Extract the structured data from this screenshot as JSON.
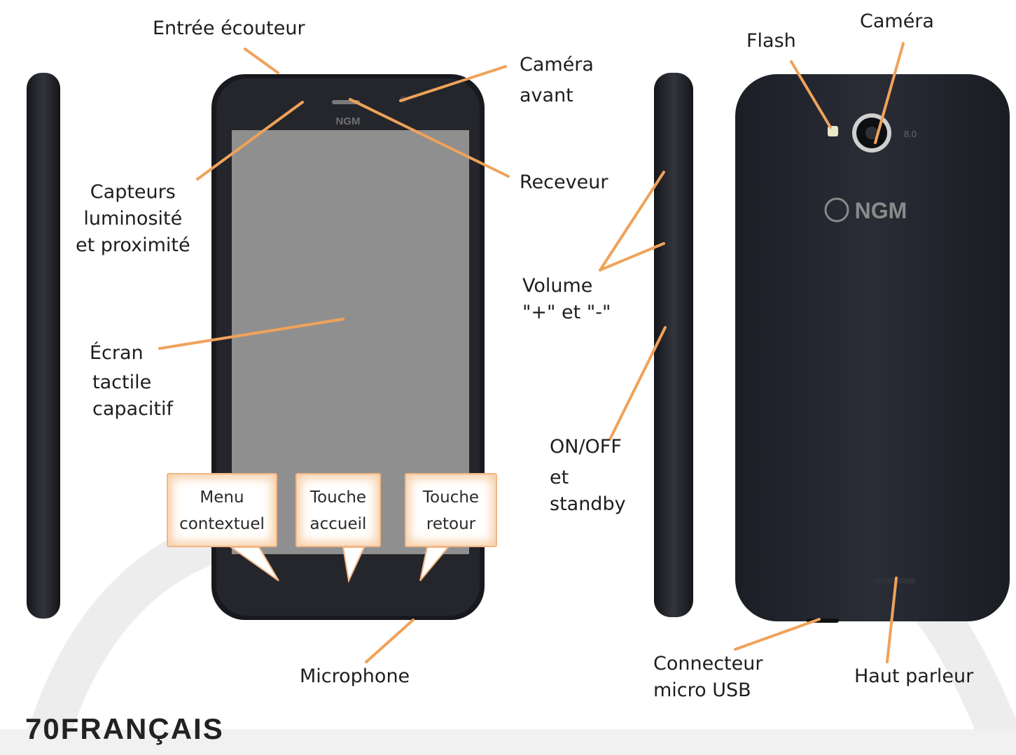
{
  "labels": {
    "entree_ecouteur": "Entrée écouteur",
    "camera_avant": [
      "Caméra",
      "avant"
    ],
    "receveur": "Receveur",
    "capteurs": [
      "Capteurs",
      "luminosité",
      "et proximité"
    ],
    "ecran": [
      "Écran",
      "tactile",
      "capacitif"
    ],
    "volume": [
      "Volume",
      "\"+\" et \"-\""
    ],
    "onoff": [
      "ON/OFF",
      "et",
      "standby"
    ],
    "microphone": "Microphone",
    "connecteur": [
      "Connecteur",
      "micro USB"
    ],
    "haut_parleur": "Haut parleur",
    "flash": "Flash",
    "camera": "Caméra"
  },
  "callouts": {
    "menu": [
      "Menu",
      "contextuel"
    ],
    "accueil": [
      "Touche",
      "accueil"
    ],
    "retour": [
      "Touche",
      "retour"
    ]
  },
  "brand": {
    "front_logo": "NGM",
    "back_logo": "NGM",
    "back_flash_text": "8.0"
  },
  "footer": {
    "page_label": "70FRANÇAIS"
  },
  "colors": {
    "leader_line": "#f0a25a",
    "phone_body": "#1d1f25",
    "screen": "#8f8f8f",
    "callout_border": "#f2b684"
  }
}
